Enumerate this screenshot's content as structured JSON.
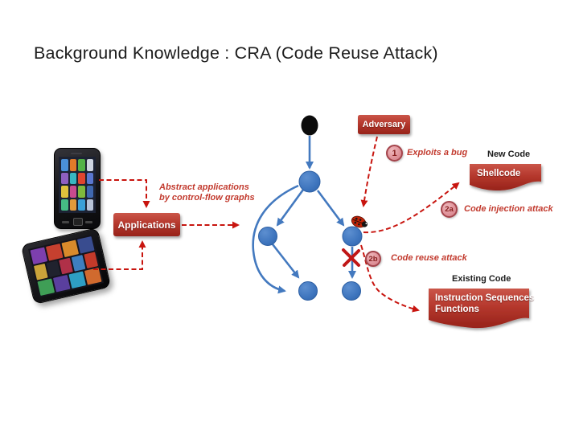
{
  "title": "Background Knowledge : CRA (Code Reuse Attack)",
  "left_flow": {
    "note_line1": "Abstract applications",
    "note_line2": "by control-flow graphs",
    "applications_label": "Applications"
  },
  "attack": {
    "adversary_label": "Adversary",
    "step1_badge": "1",
    "step1_text": "Exploits a bug",
    "new_code_label": "New Code",
    "shellcode_label": "Shellcode",
    "step2a_badge": "2a",
    "step2a_text": "Code injection attack",
    "step2b_badge": "2b",
    "step2b_text": "Code reuse attack",
    "existing_code_label": "Existing Code",
    "existing_line1": "Instruction Sequences",
    "existing_line2": "Functions"
  },
  "colors": {
    "accent_red_box": "#b5382d",
    "dashed_red": "#c8150f",
    "annotation_red": "#c23a2e",
    "node_blue": "#3d74bd",
    "edge_blue": "#4379bf",
    "badge_pink": "#e0949b"
  }
}
